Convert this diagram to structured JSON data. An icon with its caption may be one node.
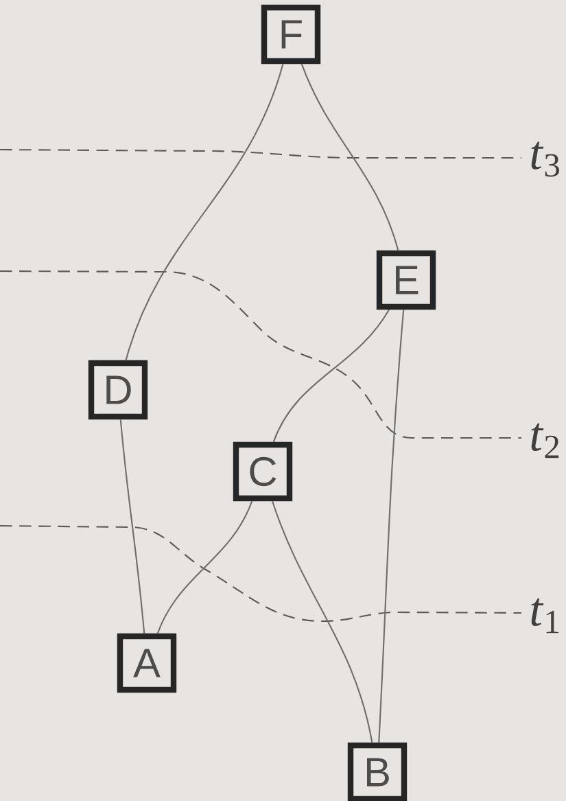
{
  "diagram": {
    "nodes": [
      {
        "text": [
          "F"
        ]
      },
      {
        "text": [
          "E"
        ]
      },
      {
        "text": [
          "D"
        ]
      },
      {
        "text": [
          "C"
        ]
      },
      {
        "text": [
          "A"
        ]
      },
      {
        "text": [
          "B"
        ]
      }
    ],
    "edges": [
      {
        "from": 0,
        "to": 2,
        "arrow": "none"
      },
      {
        "from": 0,
        "to": 1,
        "arrow": "none"
      },
      {
        "from": 1,
        "to": 3,
        "arrow": "none"
      },
      {
        "from": 1,
        "to": 5,
        "arrow": "none"
      },
      {
        "from": 2,
        "to": 4,
        "arrow": "none"
      },
      {
        "from": 3,
        "to": 4,
        "arrow": "none"
      },
      {
        "from": 3,
        "to": 5,
        "arrow": "none"
      }
    ],
    "labels": [
      "*t*$_{3}$",
      "*t*$_{2}$",
      "*t*$_{1}$"
    ]
  }
}
